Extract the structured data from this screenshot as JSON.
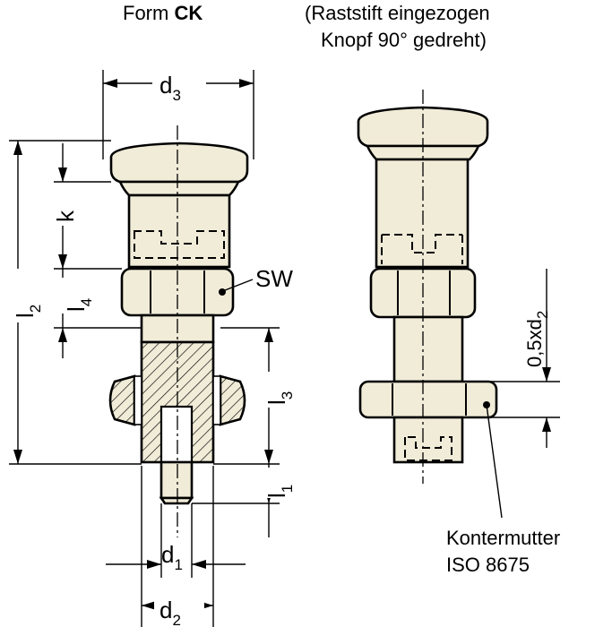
{
  "header": {
    "form_prefix": "Form ",
    "form_code": "CK",
    "right_line1": "(Raststift eingezogen",
    "right_line2": "Knopf 90° gedreht)"
  },
  "dimensions": {
    "d3": {
      "base": "d",
      "sub": "3"
    },
    "k": {
      "base": "k",
      "sub": ""
    },
    "l2": {
      "base": "l",
      "sub": "2"
    },
    "l4": {
      "base": "l",
      "sub": "4"
    },
    "l3": {
      "base": "l",
      "sub": "3"
    },
    "l1": {
      "base": "l",
      "sub": "1"
    },
    "d1": {
      "base": "d",
      "sub": "1"
    },
    "d2": {
      "base": "d",
      "sub": "2"
    },
    "sw": "SW",
    "half_d2": {
      "base": "0,5xd",
      "sub": "2"
    }
  },
  "callout": {
    "line1": "Kontermutter",
    "line2": "ISO 8675"
  }
}
